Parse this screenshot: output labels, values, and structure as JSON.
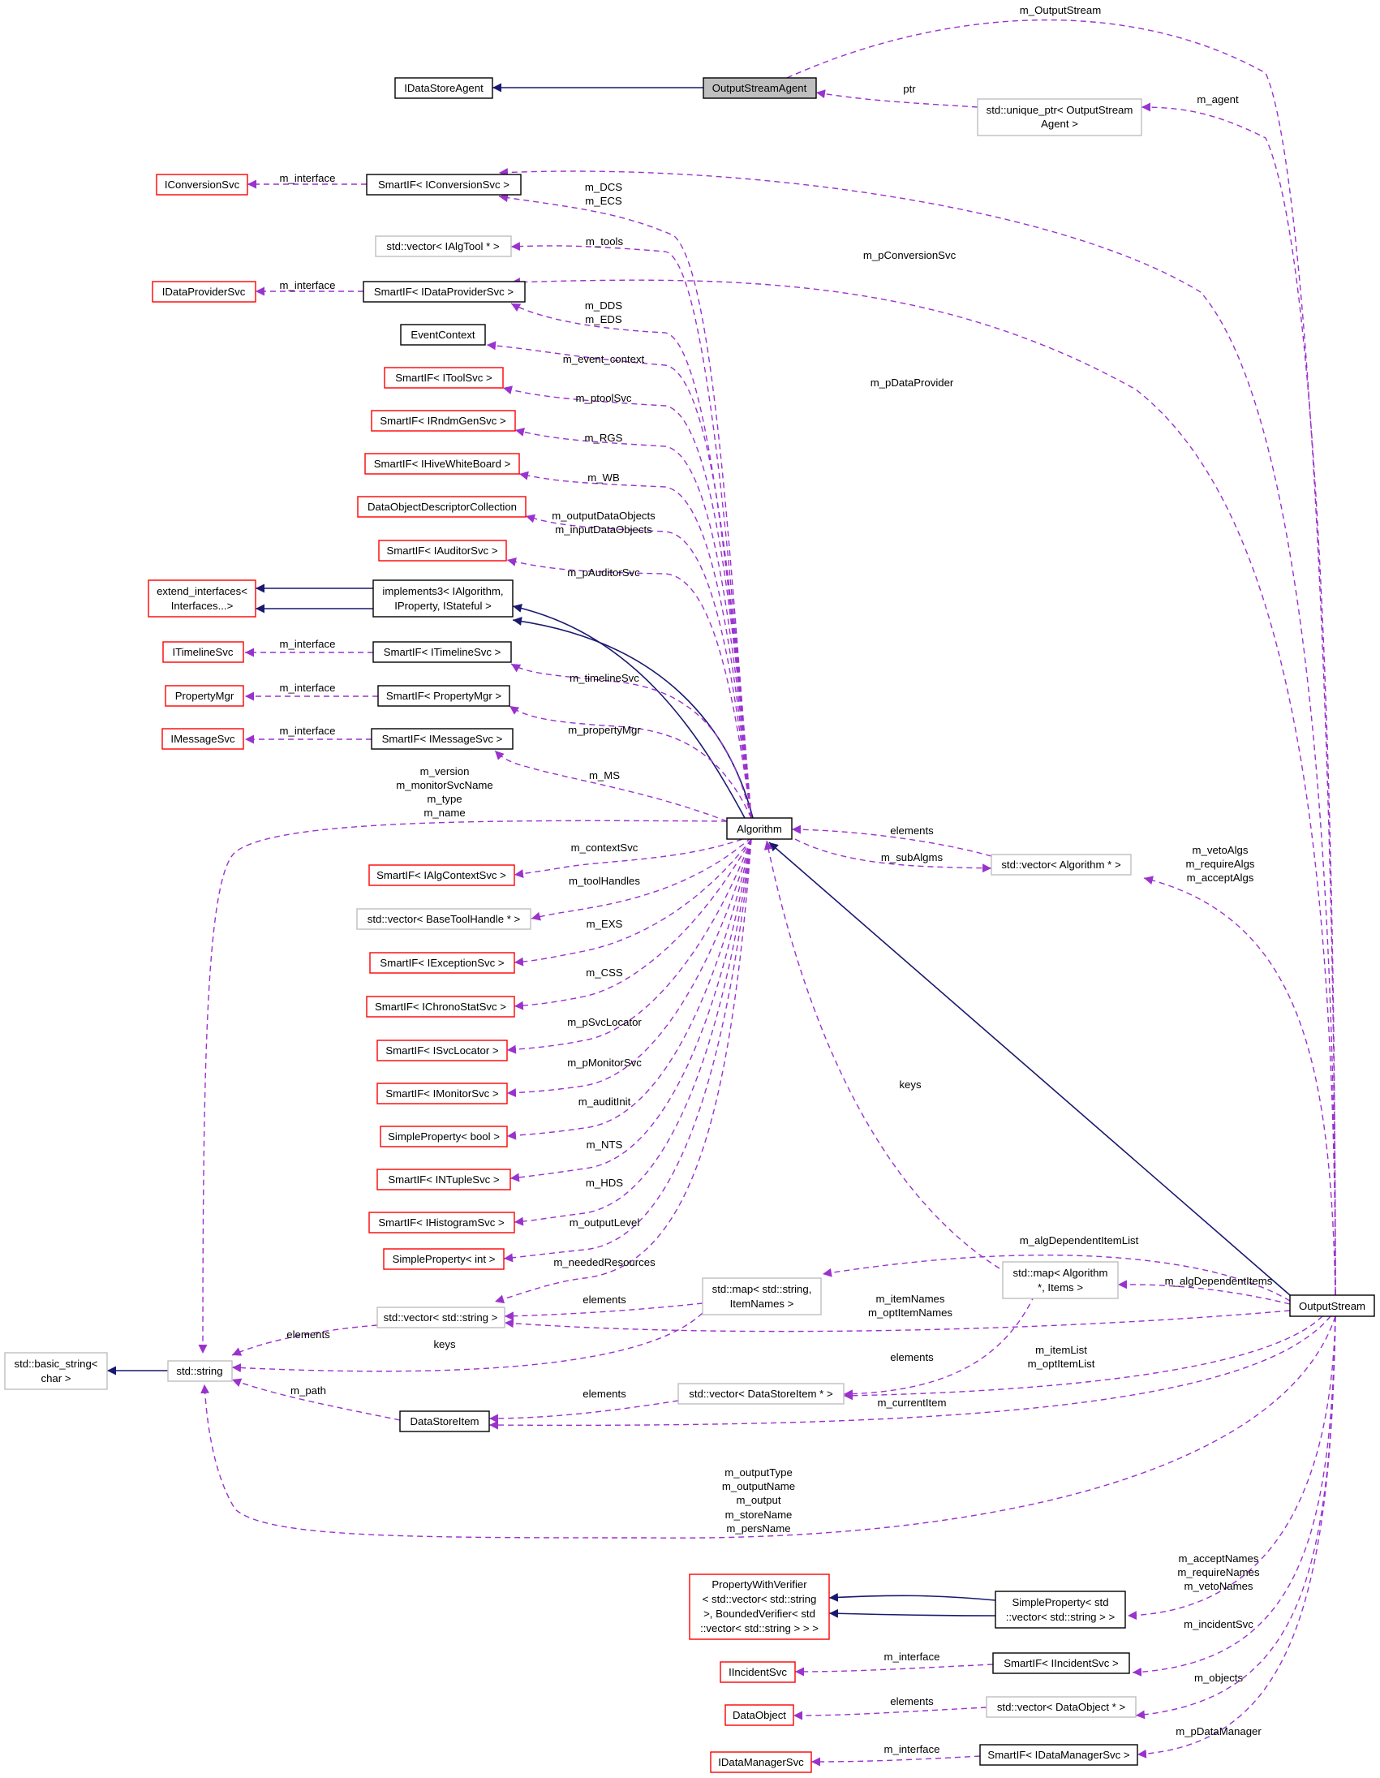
{
  "nodes": {
    "output_stream_agent": "OutputStreamAgent",
    "idata_store_agent": "IDataStoreAgent",
    "unique_ptr": [
      "std::unique_ptr< OutputStream",
      "Agent >"
    ],
    "iconversion_svc": "IConversionSvc",
    "smartif_iconversion": "SmartIF< IConversionSvc >",
    "vector_ialgtool": "std::vector< IAlgTool * >",
    "idataprovider_svc": "IDataProviderSvc",
    "smartif_idataprovider": "SmartIF< IDataProviderSvc >",
    "event_context": "EventContext",
    "smartif_itoolsvc": "SmartIF< IToolSvc >",
    "smartif_irndm": "SmartIF< IRndmGenSvc >",
    "smartif_ihive": "SmartIF< IHiveWhiteBoard >",
    "dodc": "DataObjectDescriptorCollection",
    "smartif_iauditor": "SmartIF< IAuditorSvc >",
    "extend_interfaces": [
      "extend_interfaces<",
      "Interfaces...>"
    ],
    "implements3": [
      "implements3< IAlgorithm,",
      "IProperty, IStateful >"
    ],
    "itimeline_svc": "ITimelineSvc",
    "smartif_itimeline": "SmartIF< ITimelineSvc >",
    "property_mgr": "PropertyMgr",
    "smartif_propertymgr": "SmartIF< PropertyMgr >",
    "imessage_svc": "IMessageSvc",
    "smartif_imessage": "SmartIF< IMessageSvc >",
    "algorithm": "Algorithm",
    "smartif_ialgcontext": "SmartIF< IAlgContextSvc >",
    "vector_basetoolhandle": "std::vector< BaseToolHandle * >",
    "smartif_iexception": "SmartIF< IExceptionSvc >",
    "smartif_ichrono": "SmartIF< IChronoStatSvc >",
    "smartif_isvclocator": "SmartIF< ISvcLocator >",
    "smartif_imonitor": "SmartIF< IMonitorSvc >",
    "simpleprop_bool": "SimpleProperty< bool >",
    "smartif_intuple": "SmartIF< INTupleSvc >",
    "smartif_ihistogram": "SmartIF< IHistogramSvc >",
    "simpleprop_int": "SimpleProperty< int >",
    "vector_string": "std::vector< std::string >",
    "map_string_itemnames": [
      "std::map< std::string,",
      "ItemNames >"
    ],
    "map_algorithm_items": [
      "std::map< Algorithm",
      "*, Items >"
    ],
    "vector_algorithm": "std::vector< Algorithm * >",
    "basic_string": [
      "std::basic_string<",
      "char >"
    ],
    "std_string": "std::string",
    "vector_datastoreitem": "std::vector< DataStoreItem * >",
    "data_store_item": "DataStoreItem",
    "output_stream": "OutputStream",
    "property_with_verifier": [
      "PropertyWithVerifier",
      "< std::vector< std::string",
      ">, BoundedVerifier< std",
      "::vector< std::string > > >"
    ],
    "simpleprop_vector_string": [
      "SimpleProperty< std",
      "::vector< std::string > >"
    ],
    "iincident_svc": "IIncidentSvc",
    "smartif_iincident": "SmartIF< IIncidentSvc >",
    "data_object": "DataObject",
    "vector_dataobject": "std::vector< DataObject * >",
    "idatamanager_svc": "IDataManagerSvc",
    "smartif_idatamanager": "SmartIF< IDataManagerSvc >"
  },
  "edge_labels": {
    "m_output_stream": "m_OutputStream",
    "ptr": "ptr",
    "m_agent": "m_agent",
    "m_interface_conv": "m_interface",
    "m_dcs_ecs": [
      "m_DCS",
      "m_ECS"
    ],
    "m_pconversion_svc": "m_pConversionSvc",
    "m_tools": "m_tools",
    "m_interface_dp": "m_interface",
    "m_dds_eds": [
      "m_DDS",
      "m_EDS"
    ],
    "m_pdata_provider": "m_pDataProvider",
    "m_event_context": "m_event_context",
    "m_ptool_svc": "m_ptoolSvc",
    "m_rgs": "m_RGS",
    "m_wb": "m_WB",
    "m_output_input_data_objects": [
      "m_outputDataObjects",
      "m_inputDataObjects"
    ],
    "m_pauditor_svc": "m_pAuditorSvc",
    "m_interface_timeline": "m_interface",
    "m_timeline_svc": "m_timelineSvc",
    "m_interface_propmgr": "m_interface",
    "m_property_mgr": "m_propertyMgr",
    "m_interface_msg": "m_interface",
    "m_ms": "m_MS",
    "m_version_group": [
      "m_version",
      "m_monitorSvcName",
      "m_type",
      "m_name"
    ],
    "elements_alg": "elements",
    "m_sub_algms": "m_subAlgms",
    "m_veto_require_accept_algs": [
      "m_vetoAlgs",
      "m_requireAlgs",
      "m_acceptAlgs"
    ],
    "m_context_svc": "m_contextSvc",
    "m_tool_handles": "m_toolHandles",
    "m_exs": "m_EXS",
    "m_css": "m_CSS",
    "m_psvc_locator": "m_pSvcLocator",
    "m_pmonitor_svc": "m_pMonitorSvc",
    "keys_mid": "keys",
    "m_audit_init": "m_auditInit",
    "m_nts": "m_NTS",
    "m_hds": "m_HDS",
    "m_output_level": "m_outputLevel",
    "m_alg_dependent_item_list": "m_algDependentItemList",
    "m_needed_resources": "m_neededResources",
    "elements_vecstr": "elements",
    "m_alg_dependent_items": "m_algDependentItems",
    "m_item_names": [
      "m_itemNames",
      "m_optItemNames"
    ],
    "elements_string": "elements",
    "keys_bottom": "keys",
    "elements_dsi_vec": "elements",
    "m_item_list": [
      "m_itemList",
      "m_optItemList"
    ],
    "m_path": "m_path",
    "elements_dsi": "elements",
    "m_current_item": "m_currentItem",
    "m_output_group": [
      "m_outputType",
      "m_outputName",
      "m_output",
      "m_storeName",
      "m_persName"
    ],
    "m_accept_require_veto_names": [
      "m_acceptNames",
      "m_requireNames",
      "m_vetoNames"
    ],
    "m_incident_svc": "m_incidentSvc",
    "m_interface_incident": "m_interface",
    "m_objects": "m_objects",
    "elements_dataobj": "elements",
    "m_pdata_manager": "m_pDataManager",
    "m_interface_datamgr": "m_interface"
  },
  "colors": {
    "composition_edge": "#9a32cd",
    "inheritance_edge": "#191970",
    "documented_border": "#000000",
    "undocumented_border": "#ff0000",
    "external_border": "#bfbfbf",
    "focus_fill": "#bfbfbf"
  }
}
